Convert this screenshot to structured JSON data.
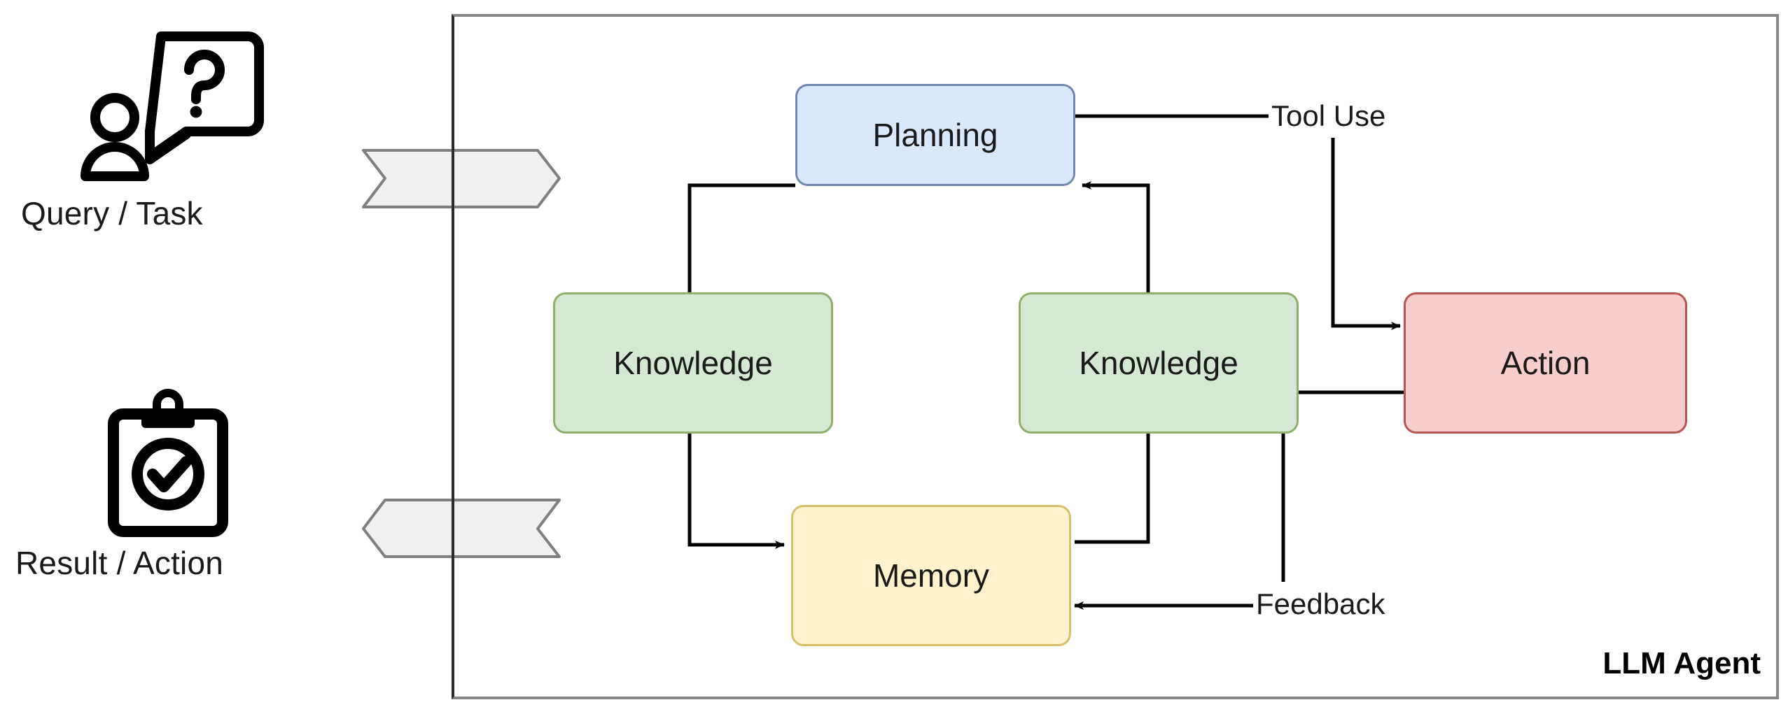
{
  "diagram": {
    "title": "LLM Agent",
    "frame_label": "LLM Agent",
    "inputs": [
      {
        "id": "query-task",
        "label": "Query / Task",
        "icon": "person-question-bubble-icon",
        "chevron_direction": "right"
      },
      {
        "id": "result-action",
        "label": "Result / Action",
        "icon": "clipboard-check-icon",
        "chevron_direction": "left"
      }
    ],
    "nodes": [
      {
        "id": "planning",
        "label": "Planning",
        "fill": "#dae8fc",
        "stroke": "#7089b4"
      },
      {
        "id": "knowledge-left",
        "label": "Knowledge",
        "fill": "#d5e8d4",
        "stroke": "#8fb06b"
      },
      {
        "id": "knowledge-right",
        "label": "Knowledge",
        "fill": "#d5e8d4",
        "stroke": "#8fb06b"
      },
      {
        "id": "memory",
        "label": "Memory",
        "fill": "#fff2cc",
        "stroke": "#d9bf6a"
      },
      {
        "id": "action",
        "label": "Action",
        "fill": "#f8cecc",
        "stroke": "#b85450"
      }
    ],
    "edges": [
      {
        "id": "planning-to-knowledge-left",
        "from": "planning",
        "to": "knowledge-left",
        "label": "",
        "arrow": false
      },
      {
        "id": "knowledge-left-to-memory",
        "from": "knowledge-left",
        "to": "memory",
        "label": "",
        "arrow": true
      },
      {
        "id": "memory-to-knowledge-right",
        "from": "memory",
        "to": "knowledge-right",
        "label": "",
        "arrow": false
      },
      {
        "id": "knowledge-right-to-planning",
        "from": "knowledge-right",
        "to": "planning",
        "label": "",
        "arrow": true
      },
      {
        "id": "planning-to-action",
        "from": "planning",
        "to": "action",
        "label": "Tool Use",
        "arrow": true
      },
      {
        "id": "action-to-memory",
        "from": "action",
        "to": "memory",
        "label": "Feedback",
        "arrow": true
      }
    ],
    "edge_labels": {
      "tool_use": "Tool Use",
      "feedback": "Feedback"
    },
    "colors": {
      "line": "#000000",
      "frame": "#878787",
      "frame_left": "#2b2b2b",
      "chevron_fill": "#f0f0f0",
      "chevron_stroke": "#808080",
      "text": "#1a1a1a"
    }
  }
}
